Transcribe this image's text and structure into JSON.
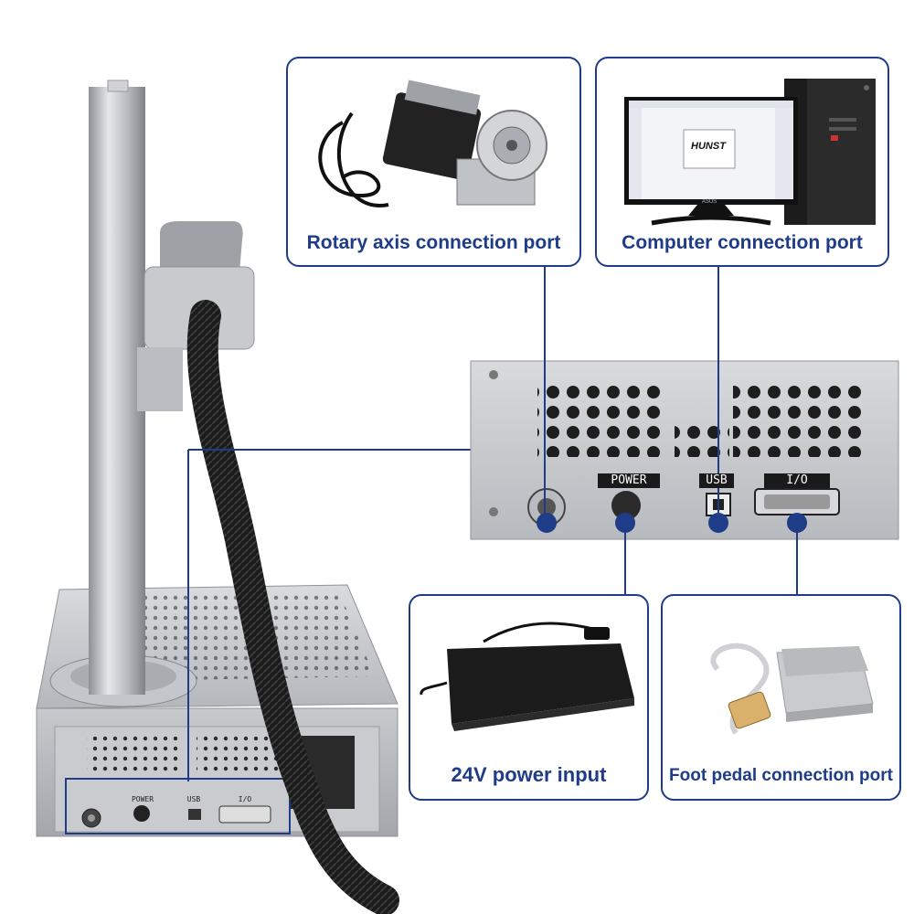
{
  "cards": {
    "rotary": "Rotary axis connection port",
    "computer": "Computer connection port",
    "power": "24V power input",
    "pedal": "Foot pedal connection port"
  },
  "monitor_logo": "HUNST",
  "monitor_brand": "ASUS",
  "panel_labels": {
    "power": "POWER",
    "usb": "USB",
    "io": "I/O"
  },
  "colors": {
    "accent": "#1f3c88",
    "metal": "#b9bcc1"
  }
}
